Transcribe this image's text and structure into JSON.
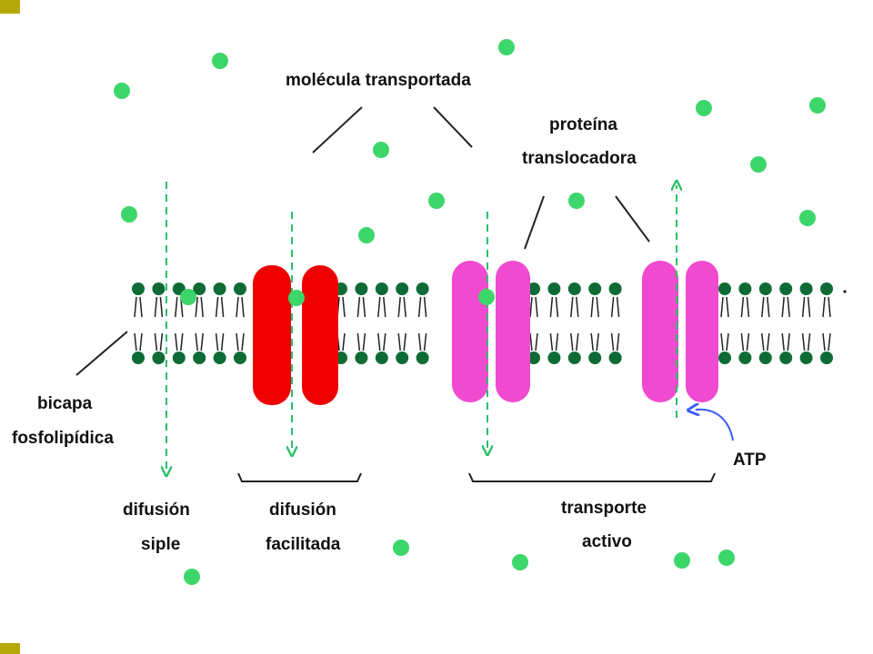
{
  "labels": {
    "molecule": "molécula transportada",
    "protein_line1": "proteína",
    "protein_line2": "translocadora",
    "bilayer_line1": "bicapa",
    "bilayer_line2": "fosfolipídica",
    "simple_line1": "difusión",
    "simple_line2": "siple",
    "facilitated_line1": "difusión",
    "facilitated_line2": "facilitada",
    "active_line1": "transporte",
    "active_line2": "activo",
    "atp": "ATP"
  },
  "colors": {
    "molecule": "#3dd66a",
    "lipid_head": "#0f6b35",
    "channel_facilitated": "#ee0000",
    "channel_active": "#f04ad0",
    "arrow": "#2cbf6a",
    "atp_arrow": "#3b5bff",
    "corner_accent": "#b5a80a"
  },
  "icons": {
    "corner_marker": "square-bullet",
    "transport_arrow": "dashed-arrow",
    "atp_pointer": "curved-arrow"
  }
}
